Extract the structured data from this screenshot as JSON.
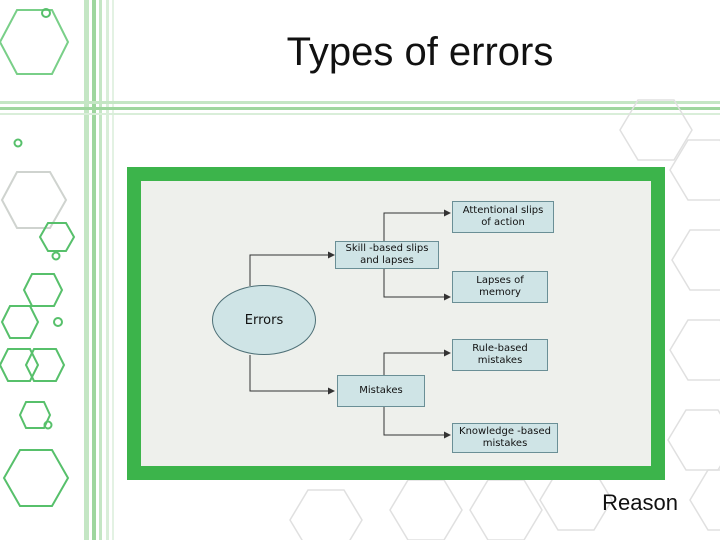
{
  "slide": {
    "title": "Types of errors",
    "credit": "Reason"
  },
  "diagram": {
    "root": "Errors",
    "branches": [
      {
        "label": "Skill -based slips\nand lapses",
        "children": [
          "Attentional slips\nof action",
          "Lapses of\nmemory"
        ]
      },
      {
        "label": "Mistakes",
        "children": [
          "Rule-based\nmistakes",
          "Knowledge -based\nmistakes"
        ]
      }
    ]
  },
  "colors": {
    "frame": "#3cb44b",
    "box_fill": "#cfe4e6",
    "decor_hex": "#3cb44b"
  }
}
